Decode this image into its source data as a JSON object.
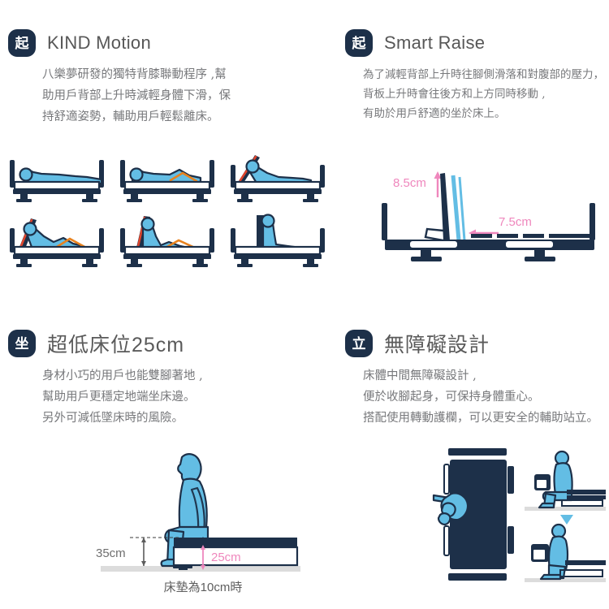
{
  "sections": [
    {
      "id": "kind-motion",
      "badge": "起",
      "title": "KIND Motion",
      "title_is_cjk": false,
      "lines": [
        "八樂夢研發的獨特背膝聯動程序 ,幫",
        "助用戶背部上升時減輕身體下滑，保",
        "持舒適姿勢，輔助用戶輕鬆離床。"
      ]
    },
    {
      "id": "smart-raise",
      "badge": "起",
      "title": "Smart Raise",
      "title_is_cjk": false,
      "lines": [
        "為了減輕背部上升時往腳側滑落和對腹部的壓力，",
        "背板上升時會往後方和上方同時移動 ,",
        "有助於用戶舒適的坐於床上。"
      ]
    },
    {
      "id": "ultra-low-bed",
      "badge": "坐",
      "title": "超低床位25cm",
      "title_is_cjk": true,
      "lines": [
        "身材小巧的用戶也能雙腳著地 ,",
        "幫助用戶更穩定地端坐床邊。",
        "另外可減低墜床時的風險。"
      ]
    },
    {
      "id": "barrier-free",
      "badge": "立",
      "title": "無障礙設計",
      "title_is_cjk": true,
      "lines": [
        "床體中間無障礙設計 ,",
        "便於收腳起身，可保持身體重心。",
        "搭配使用轉動護欄，可以更安全的輔助站立。"
      ]
    }
  ],
  "bed_sequence": {
    "count": 6,
    "labels": [
      "bed-flat",
      "bed-knee-raised",
      "bed-back-low",
      "bed-back-mid-knee",
      "bed-back-high-knee",
      "bed-back-full-sit"
    ]
  },
  "smart_raise_diagram": {
    "vertical_label": "8.5cm",
    "horizontal_label": "7.5cm"
  },
  "low_bed_diagram": {
    "floor_to_top_label": "35cm",
    "frame_height_label": "25cm",
    "caption": "床墊為10cm時"
  },
  "colors": {
    "badge_bg": "#1d3049",
    "navy": "#1d3049",
    "body_blue": "#63bde4",
    "accent_red": "#e0452c",
    "accent_orange": "#e8821e",
    "pink": "#ef87bd",
    "title_gray": "#575757",
    "body_gray": "#77787b"
  }
}
